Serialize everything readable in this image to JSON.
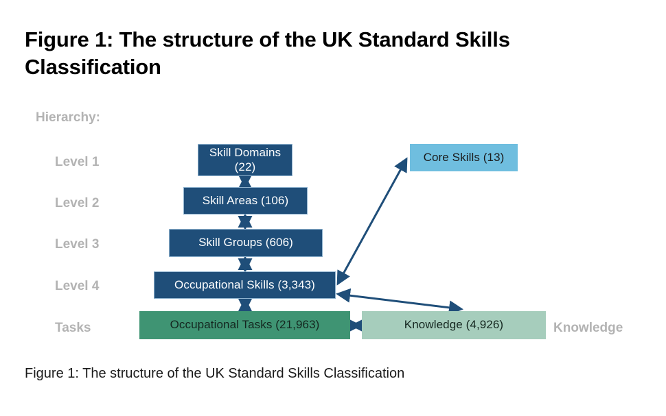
{
  "figure": {
    "heading": "Figure 1: The structure of the UK Standard Skills Classification",
    "caption": "Figure 1: The structure of the UK Standard Skills Classification"
  },
  "axis": {
    "hierarchy_label": "Hierarchy:",
    "levels": [
      {
        "label": "Level 1"
      },
      {
        "label": "Level 2"
      },
      {
        "label": "Level 3"
      },
      {
        "label": "Level 4"
      },
      {
        "label": "Tasks"
      }
    ],
    "right_label": "Knowledge"
  },
  "colors": {
    "dark_blue": "#1f4e79",
    "light_blue": "#6fbedf",
    "green": "#3f9473",
    "light_green": "#a6cdbc",
    "axis_gray": "#b3b3b3",
    "arrow": "#1f4e79"
  },
  "nodes": {
    "skill_domains": {
      "label": "Skill Domains (22)",
      "count": 22,
      "level": "Level 1"
    },
    "skill_areas": {
      "label": "Skill Areas (106)",
      "count": 106,
      "level": "Level 2"
    },
    "skill_groups": {
      "label": "Skill Groups (606)",
      "count": 606,
      "level": "Level 3"
    },
    "occupational_skills": {
      "label": "Occupational Skills (3,343)",
      "count": 3343,
      "level": "Level 4"
    },
    "occupational_tasks": {
      "label": "Occupational Tasks (21,963)",
      "count": 21963,
      "level": "Tasks"
    },
    "core_skills": {
      "label": "Core Skills (13)",
      "count": 13,
      "level": "Level 1"
    },
    "knowledge": {
      "label": "Knowledge (4,926)",
      "count": 4926,
      "level": "Tasks"
    }
  },
  "chart_data": {
    "type": "diagram",
    "title": "Figure 1: The structure of the UK Standard Skills Classification",
    "hierarchy": [
      {
        "level": "Level 1",
        "node": "Skill Domains",
        "count": 22
      },
      {
        "level": "Level 2",
        "node": "Skill Areas",
        "count": 106
      },
      {
        "level": "Level 3",
        "node": "Skill Groups",
        "count": 606
      },
      {
        "level": "Level 4",
        "node": "Occupational Skills",
        "count": 3343
      },
      {
        "level": "Tasks",
        "node": "Occupational Tasks",
        "count": 21963
      }
    ],
    "side_nodes": [
      {
        "level": "Level 1",
        "node": "Core Skills",
        "count": 13
      },
      {
        "level": "Tasks",
        "node": "Knowledge",
        "count": 4926
      }
    ],
    "edges": [
      {
        "from": "Skill Domains",
        "to": "Skill Areas",
        "style": "double-arrow-vertical"
      },
      {
        "from": "Skill Areas",
        "to": "Skill Groups",
        "style": "double-arrow-vertical"
      },
      {
        "from": "Skill Groups",
        "to": "Occupational Skills",
        "style": "double-arrow-vertical"
      },
      {
        "from": "Occupational Skills",
        "to": "Occupational Tasks",
        "style": "double-arrow-vertical"
      },
      {
        "from": "Occupational Skills",
        "to": "Core Skills",
        "style": "double-arrow-diagonal"
      },
      {
        "from": "Occupational Skills",
        "to": "Knowledge",
        "style": "double-arrow-diagonal"
      },
      {
        "from": "Occupational Tasks",
        "to": "Knowledge",
        "style": "double-arrow-horizontal"
      }
    ]
  }
}
